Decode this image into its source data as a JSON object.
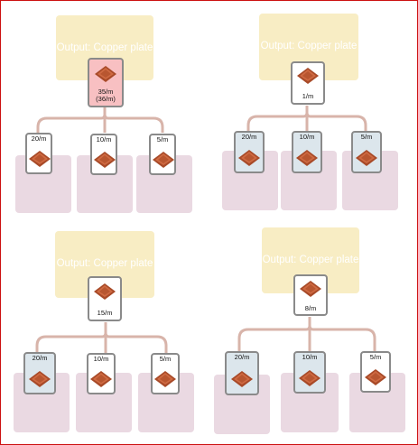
{
  "panels": [
    {
      "output_label": "Output: Copper plate",
      "top_rate": "35/m",
      "top_sub": "(36/m)",
      "inputs": [
        {
          "rate": "20/m",
          "icon": "copper-plate-icon"
        },
        {
          "rate": "10/m",
          "icon": "copper-plate-icon"
        },
        {
          "rate": "5/m",
          "icon": "copper-plate-icon"
        }
      ]
    },
    {
      "output_label": "Output: Copper plate",
      "top_rate": "1/m",
      "top_sub": "",
      "inputs": [
        {
          "rate": "20/m",
          "icon": "copper-plate-icon"
        },
        {
          "rate": "10/m",
          "icon": "copper-plate-icon"
        },
        {
          "rate": "5/m",
          "icon": "copper-plate-icon"
        }
      ]
    },
    {
      "output_label": "Output: Copper plate",
      "top_rate": "15/m",
      "top_sub": "",
      "inputs": [
        {
          "rate": "20/m",
          "icon": "copper-plate-icon"
        },
        {
          "rate": "10/m",
          "icon": "copper-plate-icon"
        },
        {
          "rate": "5/m",
          "icon": "copper-plate-icon"
        }
      ]
    },
    {
      "output_label": "Output: Copper plate",
      "top_rate": "8/m",
      "top_sub": "",
      "inputs": [
        {
          "rate": "20/m",
          "icon": "copper-plate-icon"
        },
        {
          "rate": "10/m",
          "icon": "copper-plate-icon"
        },
        {
          "rate": "5/m",
          "icon": "copper-plate-icon"
        }
      ]
    }
  ],
  "colors": {
    "output_box": "#f8edc4",
    "input_area": "#ead9e2",
    "connector": "#d8b4aa",
    "highlight_card": "#dce6ec",
    "alert_card": "#f8c0c2",
    "copper": "#c8643c"
  }
}
